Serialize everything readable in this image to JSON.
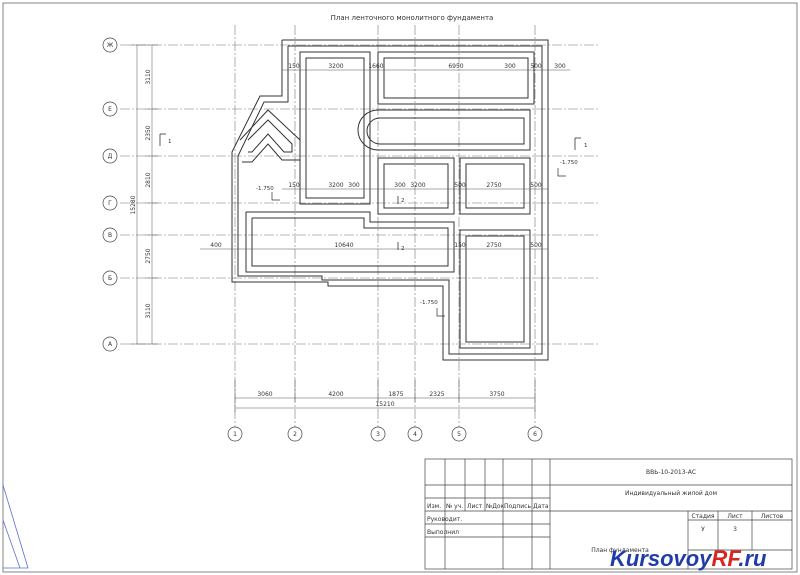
{
  "drawing": {
    "title": "План ленточного монолитного фундамента",
    "axes_rows": [
      "Ж",
      "Е",
      "Д",
      "Г",
      "В",
      "Б",
      "А"
    ],
    "axes_cols": [
      "1",
      "2",
      "3",
      "4",
      "5",
      "6"
    ],
    "bottom_dims": [
      "3060",
      "4200",
      "1875",
      "2325",
      "3750"
    ],
    "bottom_total": "15210",
    "left_dims": [
      "3110",
      "2350",
      "2810",
      "2750",
      "3110"
    ],
    "left_total": "15280",
    "top_dims": [
      "150",
      "3200",
      "1660",
      "6950",
      "300",
      "500",
      "300"
    ],
    "mid_dims": [
      "150",
      "3200",
      "300",
      "300",
      "3200",
      "500",
      "2750",
      "500"
    ],
    "lower_dims": [
      "400",
      "10640",
      "150",
      "2750",
      "500"
    ],
    "levels": [
      "-1.750",
      "-1.750",
      "-1.750"
    ],
    "section_marks": [
      "1",
      "1",
      "2",
      "2"
    ]
  },
  "title_block": {
    "code": "ВВЬ-10-2013-АС",
    "project": "Индивидуальный жилой дом",
    "headers": [
      "Изм.",
      "№ уч.",
      "Лист",
      "№Док.",
      "Подпись",
      "Дата"
    ],
    "roles": [
      "Руководит.",
      "Выполнил"
    ],
    "stage_hdr": "Стадия",
    "sheet_hdr": "Лист",
    "sheets_hdr": "Листов",
    "stage": "У",
    "sheet": "3",
    "sheet_name": "План фундамента"
  },
  "watermark": "KursovoyRF.ru",
  "colors": {
    "watermark_blue": "#1f3ca8",
    "watermark_red": "#d8261f",
    "line": "#444444"
  }
}
